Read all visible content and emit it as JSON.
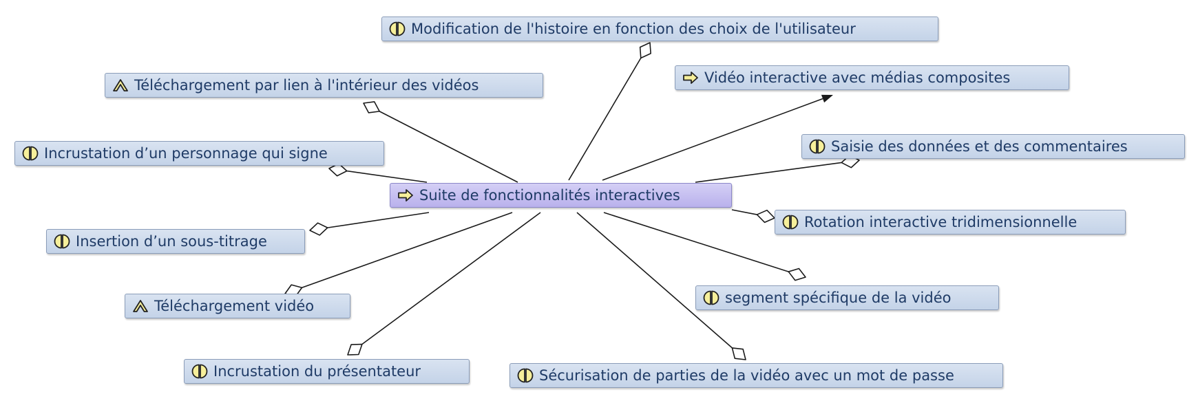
{
  "diagram": {
    "central": {
      "label": "Suite de fonctionnalités interactives",
      "icon": "arrow-right-icon"
    },
    "nodes": [
      {
        "id": "modification",
        "label": "Modification de l'histoire en fonction des choix de l'utilisateur",
        "icon": "split-circle-icon",
        "link": "aggregation"
      },
      {
        "id": "video-interactive",
        "label": "Vidéo interactive avec médias composites",
        "icon": "arrow-right-icon",
        "link": "arrow"
      },
      {
        "id": "telechargement-lien",
        "label": "Téléchargement par lien à l'intérieur des vidéos",
        "icon": "chevron-up-icon",
        "link": "aggregation"
      },
      {
        "id": "incrustation-personnage",
        "label": "Incrustation d’un personnage qui signe",
        "icon": "split-circle-icon",
        "link": "aggregation"
      },
      {
        "id": "saisie",
        "label": "Saisie des données et des commentaires",
        "icon": "split-circle-icon",
        "link": "aggregation"
      },
      {
        "id": "rotation",
        "label": "Rotation interactive tridimensionnelle",
        "icon": "split-circle-icon",
        "link": "aggregation"
      },
      {
        "id": "insertion",
        "label": "Insertion d’un sous-titrage",
        "icon": "split-circle-icon",
        "link": "aggregation"
      },
      {
        "id": "telechargement-video",
        "label": "Téléchargement vidéo",
        "icon": "chevron-up-icon",
        "link": "aggregation"
      },
      {
        "id": "segment",
        "label": "segment spécifique de la vidéo",
        "icon": "split-circle-icon",
        "link": "aggregation"
      },
      {
        "id": "incrustation-presentateur",
        "label": "Incrustation du présentateur",
        "icon": "split-circle-icon",
        "link": "aggregation"
      },
      {
        "id": "securisation",
        "label": "Sécurisation de parties de la vidéo avec un mot de passe",
        "icon": "split-circle-icon",
        "link": "aggregation"
      }
    ],
    "colors": {
      "node_fill": "#c9d6ea",
      "node_border": "#8a9cb8",
      "central_fill": "#c2bbf0",
      "text": "#1f3b66",
      "icon_fill": "#f6ef9a",
      "line": "#1a1a1a"
    }
  }
}
